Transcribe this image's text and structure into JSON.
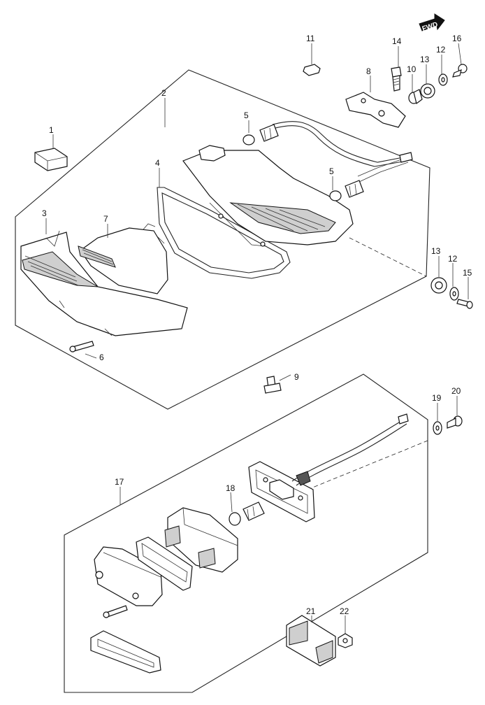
{
  "fwd_label": "FWD",
  "callouts": {
    "n1": "1",
    "n2": "2",
    "n3": "3",
    "n4": "4",
    "n5a": "5",
    "n5b": "5",
    "n6": "6",
    "n7": "7",
    "n8": "8",
    "n9": "9",
    "n10": "10",
    "n11": "11",
    "n12a": "12",
    "n12b": "12",
    "n13a": "13",
    "n13b": "13",
    "n14": "14",
    "n15": "15",
    "n16": "16",
    "n17": "17",
    "n18": "18",
    "n19": "19",
    "n20": "20",
    "n21": "21",
    "n22": "22"
  }
}
